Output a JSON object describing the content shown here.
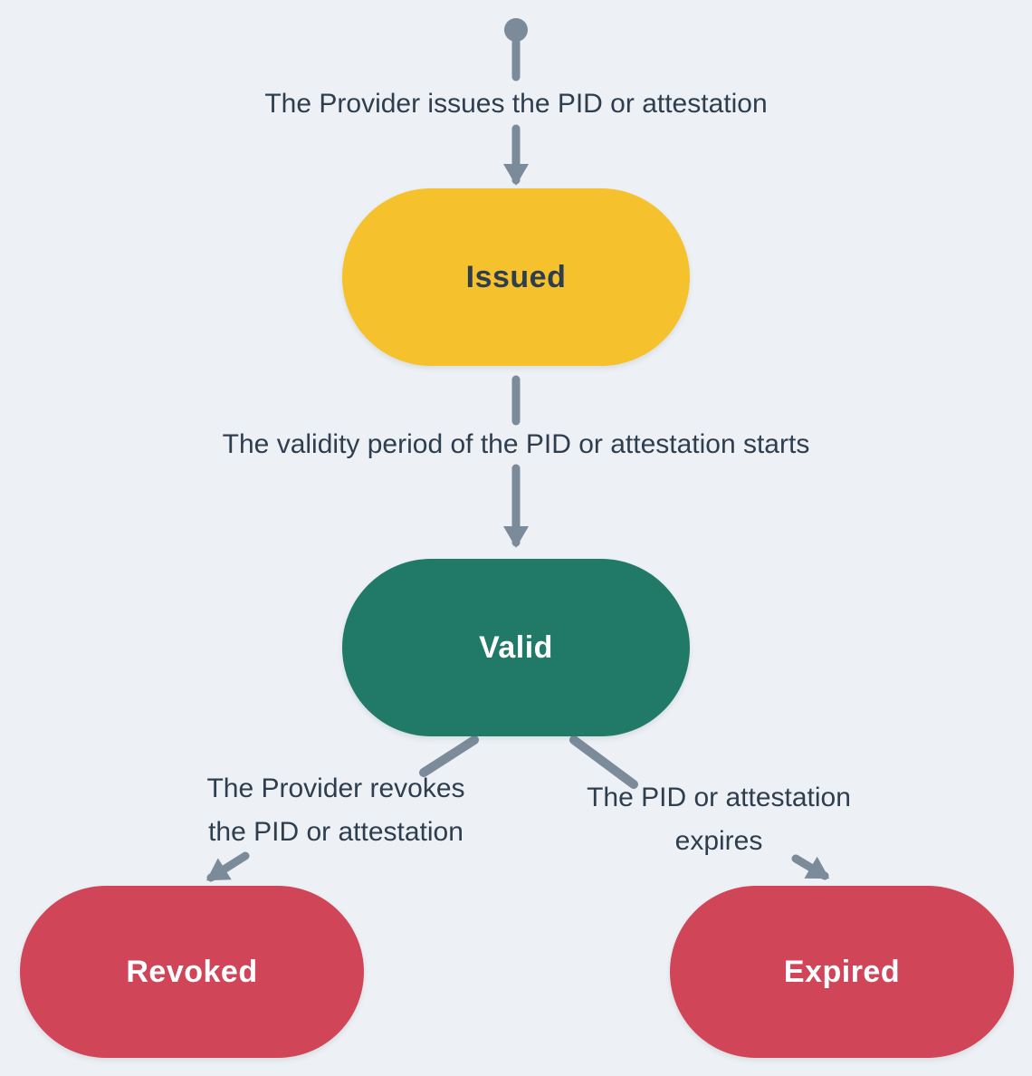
{
  "diagram": {
    "description": "State lifecycle of a PID or attestation"
  },
  "colors": {
    "background": "#EDF1F5",
    "connector": "#7C8B9A",
    "label_text": "#2E3E4E",
    "node_text_light": "#FFFFFF",
    "issued_fill": "#F5C12D",
    "valid_fill": "#217A68",
    "revoked_fill": "#D14558",
    "expired_fill": "#D14558"
  },
  "nodes": {
    "issued": {
      "label": "Issued",
      "color": "#F5C12D"
    },
    "valid": {
      "label": "Valid",
      "color": "#217A68"
    },
    "revoked": {
      "label": "Revoked",
      "color": "#D14558"
    },
    "expired": {
      "label": "Expired",
      "color": "#D14558"
    }
  },
  "edges": {
    "start_to_issued": {
      "label": "The Provider issues the PID or attestation"
    },
    "issued_to_valid": {
      "label": "The validity period of the PID or attestation starts"
    },
    "valid_to_revoked": {
      "lines": [
        "The Provider revokes",
        "the PID or attestation"
      ]
    },
    "valid_to_expired": {
      "lines": [
        "The PID or attestation",
        "expires"
      ]
    }
  }
}
